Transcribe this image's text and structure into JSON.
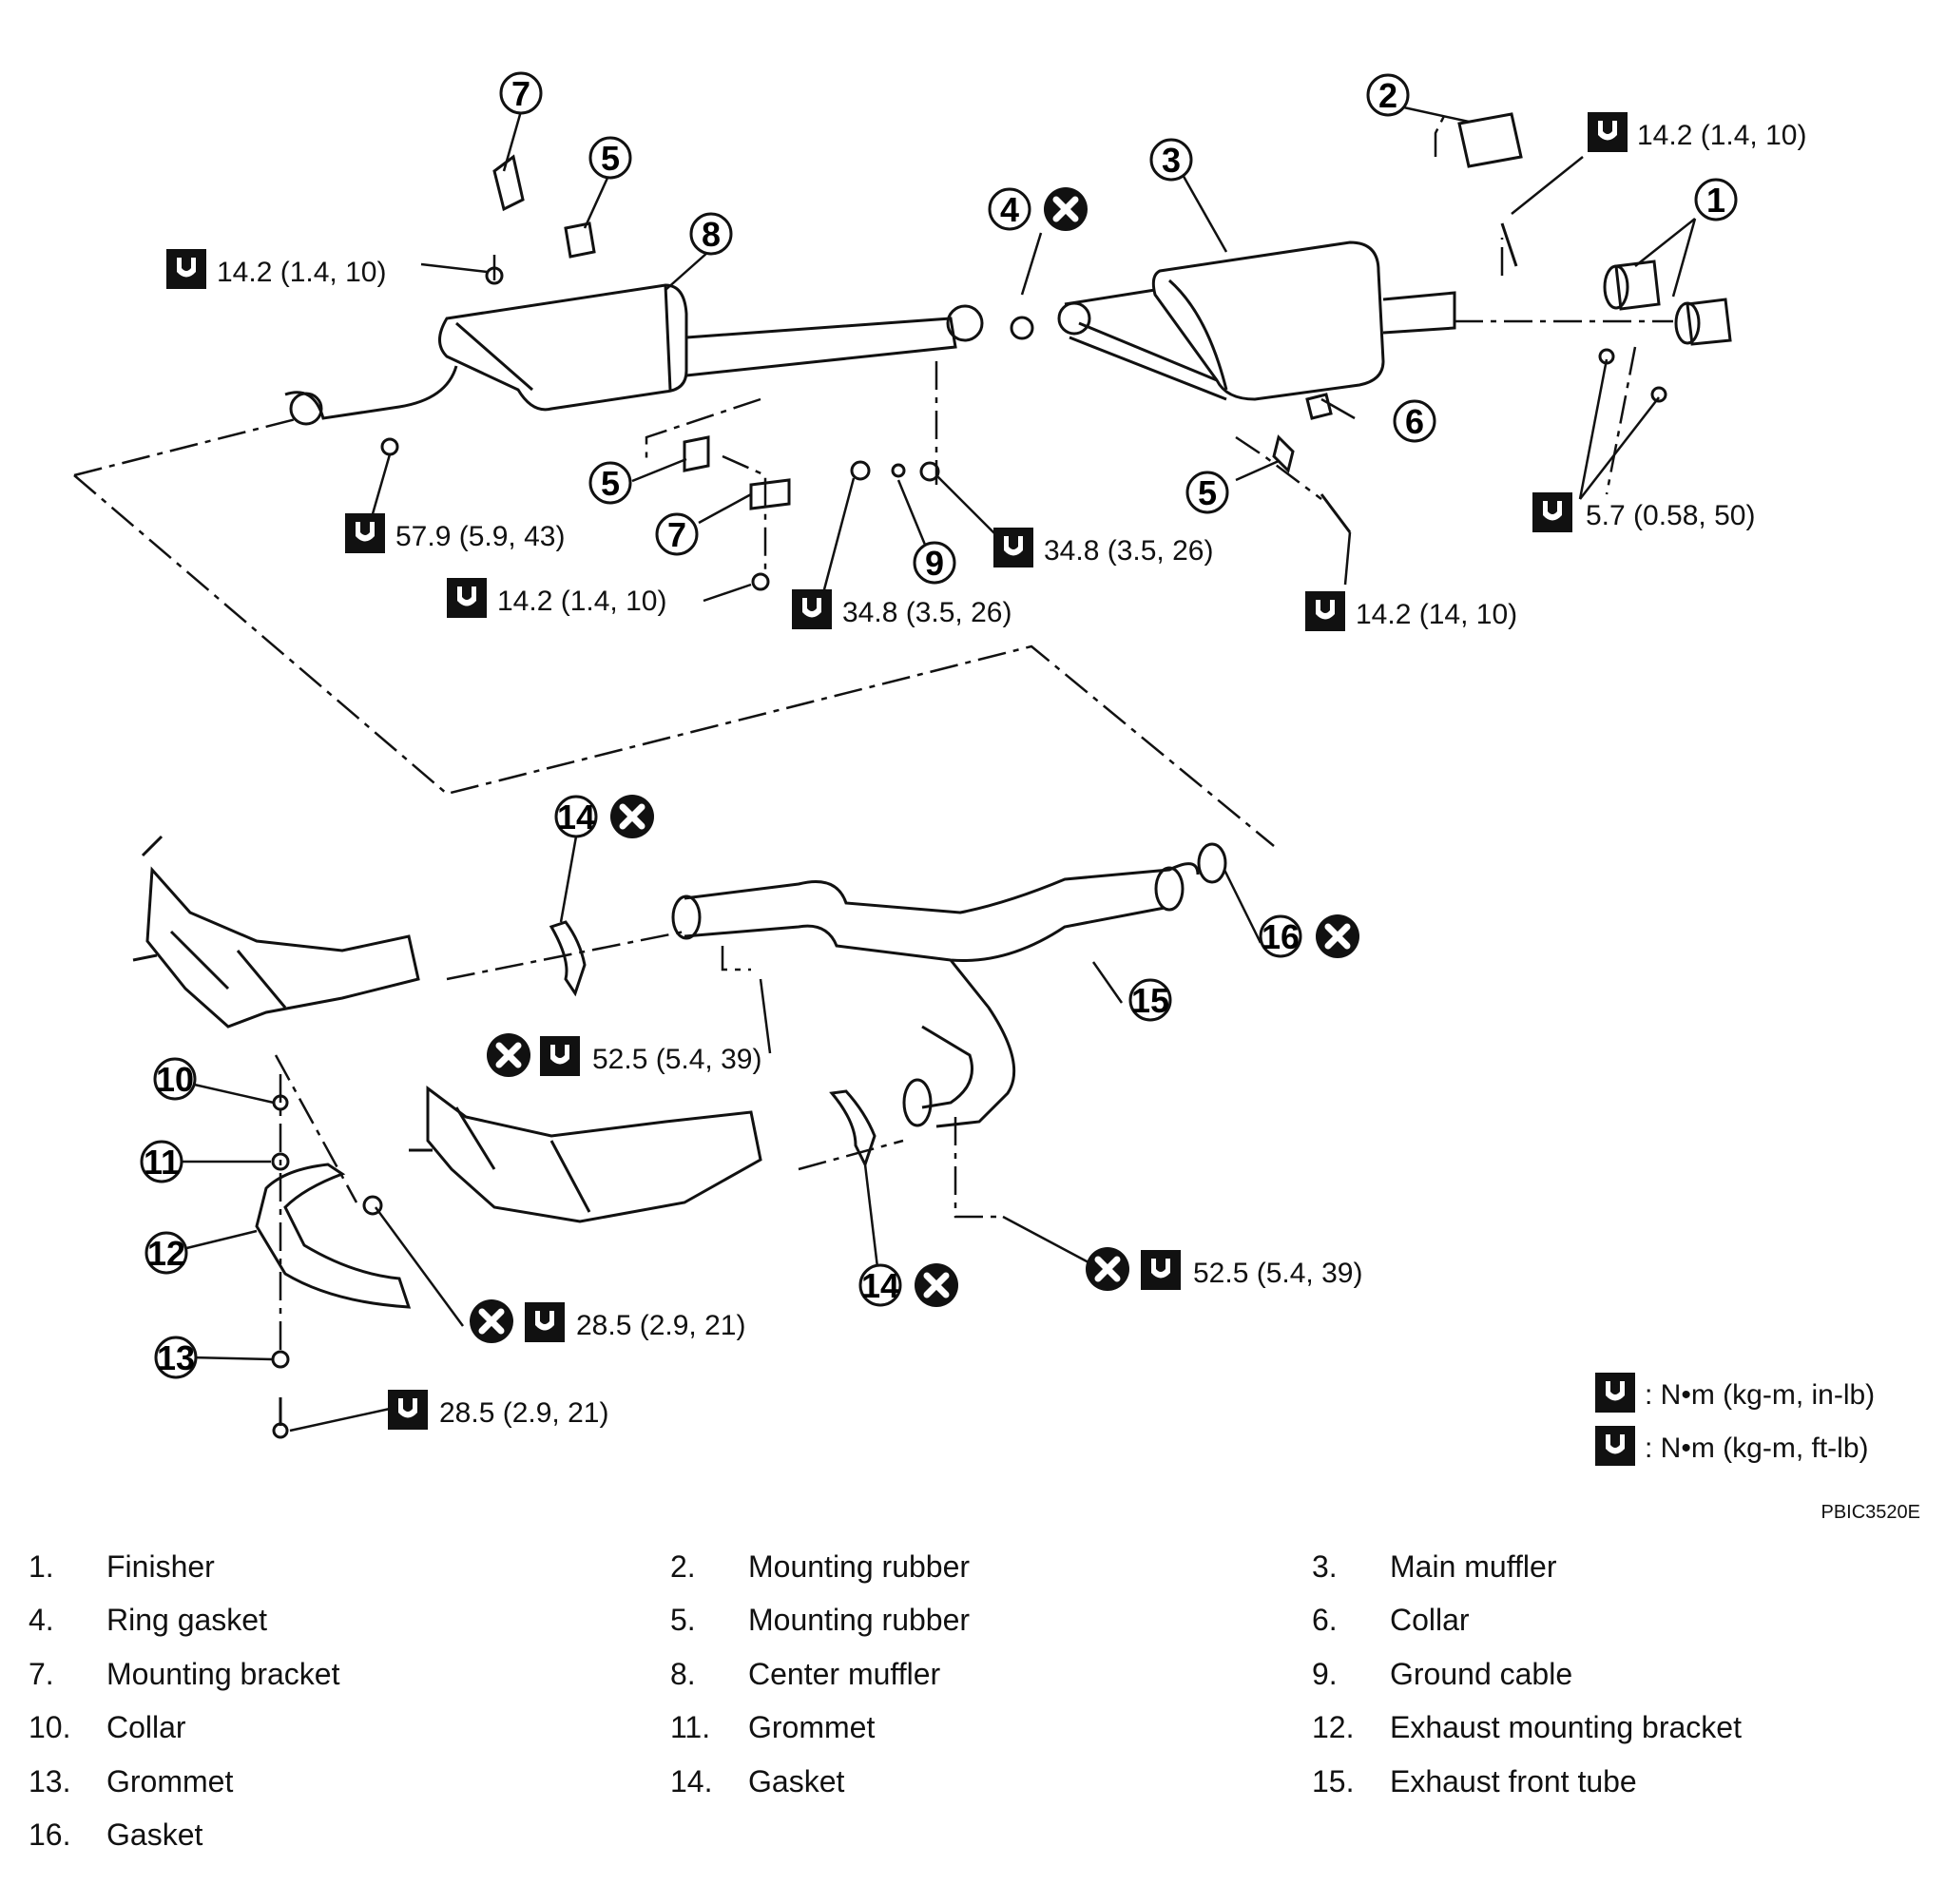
{
  "diagram": {
    "code": "PBIC3520E",
    "callouts": [
      "1",
      "2",
      "3",
      "4",
      "5",
      "6",
      "7",
      "8",
      "9",
      "10",
      "11",
      "12",
      "13",
      "14",
      "15",
      "16"
    ],
    "torques": {
      "t_top_right": "14.2 (1.4, 10)",
      "t_upper_left": "14.2 (1.4, 10)",
      "t_579": "57.9 (5.9, 43)",
      "t_mid_bracket": "14.2 (1.4, 10)",
      "t_348_a": "34.8 (3.5, 26)",
      "t_348_b": "34.8 (3.5, 26)",
      "t_finisher": "5.7 (0.58, 50)",
      "t_collar": "14.2 (14, 10)",
      "t_525_a": "52.5 (5.4, 39)",
      "t_525_b": "52.5 (5.4, 39)",
      "t_285_a": "28.5 (2.9, 21)",
      "t_285_b": "28.5 (2.9, 21)"
    },
    "legend": {
      "in_lb": ": N•m (kg-m, in-lb)",
      "ft_lb": ": N•m (kg-m, ft-lb)"
    }
  },
  "parts": [
    {
      "num": "1.",
      "name": "Finisher"
    },
    {
      "num": "2.",
      "name": "Mounting rubber"
    },
    {
      "num": "3.",
      "name": "Main muffler"
    },
    {
      "num": "4.",
      "name": "Ring gasket"
    },
    {
      "num": "5.",
      "name": "Mounting rubber"
    },
    {
      "num": "6.",
      "name": "Collar"
    },
    {
      "num": "7.",
      "name": "Mounting bracket"
    },
    {
      "num": "8.",
      "name": "Center muffler"
    },
    {
      "num": "9.",
      "name": "Ground cable"
    },
    {
      "num": "10.",
      "name": "Collar"
    },
    {
      "num": "11.",
      "name": "Grommet"
    },
    {
      "num": "12.",
      "name": "Exhaust mounting bracket"
    },
    {
      "num": "13.",
      "name": "Grommet"
    },
    {
      "num": "14.",
      "name": "Gasket"
    },
    {
      "num": "15.",
      "name": "Exhaust front tube"
    },
    {
      "num": "16.",
      "name": "Gasket"
    }
  ]
}
